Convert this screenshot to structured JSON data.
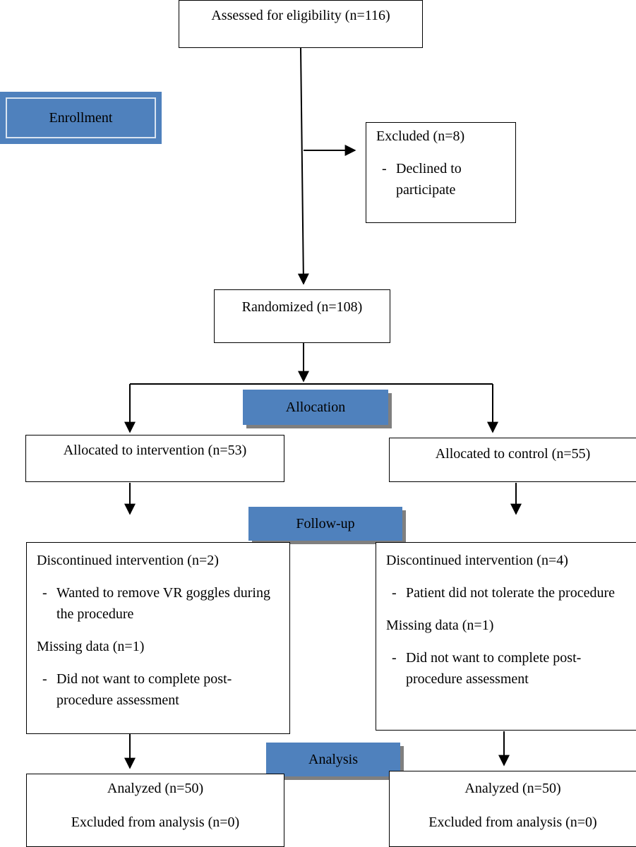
{
  "stages": {
    "enrollment": "Enrollment",
    "allocation": "Allocation",
    "follow_up": "Follow-up",
    "analysis": "Analysis"
  },
  "assessed": "Assessed for eligibility (n=116)",
  "excluded": {
    "title": "Excluded (n=8)",
    "reason": "Declined to participate"
  },
  "randomized": "Randomized (n=108)",
  "allocated_intervention": "Allocated to intervention (n=53)",
  "allocated_control": "Allocated to control (n=55)",
  "followup_intervention": {
    "discontinued": "Discontinued intervention (n=2)",
    "discontinued_reason": "Wanted to remove VR goggles during the procedure",
    "missing": "Missing data (n=1)",
    "missing_reason": "Did not want to complete post-procedure assessment"
  },
  "followup_control": {
    "discontinued": "Discontinued intervention (n=4)",
    "discontinued_reason": "Patient did not tolerate the procedure",
    "missing": "Missing data (n=1)",
    "missing_reason": "Did not want to complete post-procedure assessment"
  },
  "analysis_intervention": {
    "analyzed": "Analyzed (n=50)",
    "excluded": "Excluded from analysis (n=0)"
  },
  "analysis_control": {
    "analyzed": "Analyzed (n=50)",
    "excluded": "Excluded from analysis (n=0)"
  },
  "dash": "-"
}
